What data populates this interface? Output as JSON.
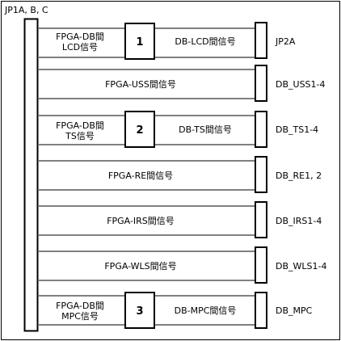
{
  "header_label": "JP1A, B, C",
  "rows": [
    {
      "signal_left": [
        "FPGA-DB間",
        "LCD信号"
      ],
      "box_number": "1",
      "signal_right": "DB-LCD間信号",
      "connector": "JP2A"
    },
    {
      "signal_center": "FPGA-USS間信号",
      "connector": "DB_USS1-4"
    },
    {
      "signal_left": [
        "FPGA-DB間",
        "TS信号"
      ],
      "box_number": "2",
      "signal_right": "DB-TS間信号",
      "connector": "DB_TS1-4"
    },
    {
      "signal_center": "FPGA-RE間信号",
      "connector": "DB_RE1, 2"
    },
    {
      "signal_center": "FPGA-IRS間信号",
      "connector": "DB_IRS1-4"
    },
    {
      "signal_center": "FPGA-WLS間信号",
      "connector": "DB_WLS1-4"
    },
    {
      "signal_left": [
        "FPGA-DB間",
        "MPC信号"
      ],
      "box_number": "3",
      "signal_right": "DB-MPC間信号",
      "connector": "DB_MPC"
    }
  ]
}
